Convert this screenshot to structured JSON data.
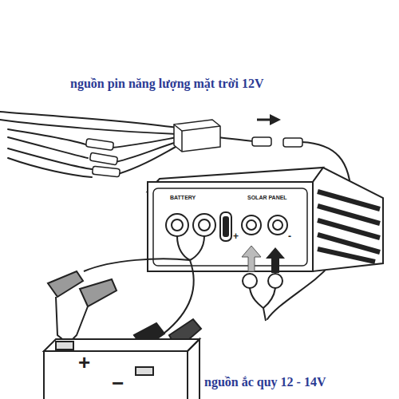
{
  "diagram": {
    "labels": [
      "nguồn pin năng lượng mặt trời 12V",
      "BATTERY",
      "SOLAR PANEL",
      "+",
      "-",
      "+",
      "−",
      "nguồn ắc quy 12 - 14V"
    ]
  }
}
